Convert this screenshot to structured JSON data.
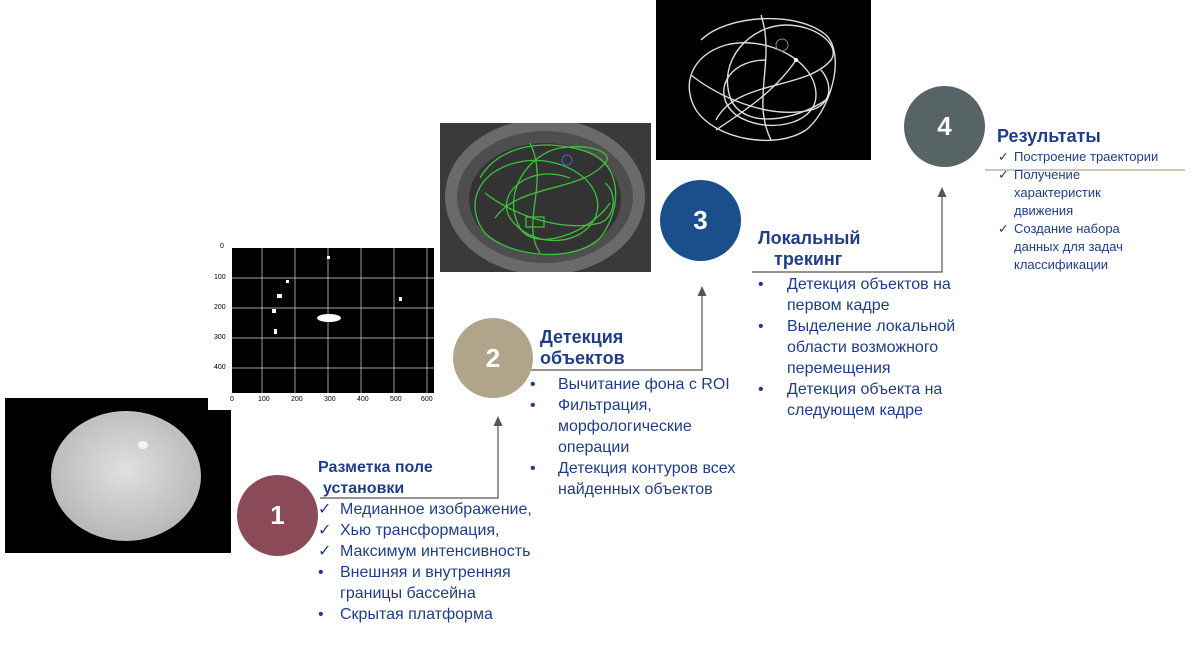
{
  "steps": [
    {
      "number": "1",
      "color": "#8b4a57",
      "title_line1": "Разметка поле",
      "title_line2": "установки",
      "items": [
        {
          "marker": "✓",
          "text": "Медианное изображение,"
        },
        {
          "marker": "✓",
          "text": "Хью трансформация,"
        },
        {
          "marker": "✓",
          "text": "Максимум  интенсивность"
        },
        {
          "marker": "•",
          "text": "Внешняя и внутренняя границы бассейна"
        },
        {
          "marker": "•",
          "text": "Скрытая платформа"
        }
      ]
    },
    {
      "number": "2",
      "color": "#b0a48a",
      "title_line1": "Детекция",
      "title_line2": "объектов",
      "items": [
        {
          "marker": "•",
          "text": "Вычитание фона с ROI"
        },
        {
          "marker": "•",
          "text": "Фильтрация, морфологические операции"
        },
        {
          "marker": "•",
          "text": "Детекция контуров всех найденных объектов"
        }
      ]
    },
    {
      "number": "3",
      "color": "#1a4f8b",
      "title_line1": "Локальный",
      "title_line2": "трекинг",
      "items": [
        {
          "marker": "•",
          "text": "Детекция объектов на первом кадре"
        },
        {
          "marker": "•",
          "text": "Выделение локальной области возможного перемещения"
        },
        {
          "marker": "•",
          "text": "Детекция объекта на следующем кадре"
        }
      ]
    },
    {
      "number": "4",
      "color": "#566466",
      "title_line1": "Результаты",
      "items": [
        {
          "marker": "✓",
          "text": "Построение траектории"
        },
        {
          "marker": "✓",
          "text": "Получение характеристик движения"
        },
        {
          "marker": "✓",
          "text": "Создание набора данных для задач классификации"
        }
      ]
    }
  ],
  "plot_axis": {
    "y_ticks": [
      "0",
      "100",
      "200",
      "300",
      "400"
    ],
    "x_ticks": [
      "0",
      "100",
      "200",
      "300",
      "400",
      "500",
      "600"
    ]
  },
  "colors": {
    "text": "#1f3d8a",
    "arrow": "#555555",
    "trajectory_green": "#3cc03c",
    "trajectory_white": "#dddddd"
  }
}
